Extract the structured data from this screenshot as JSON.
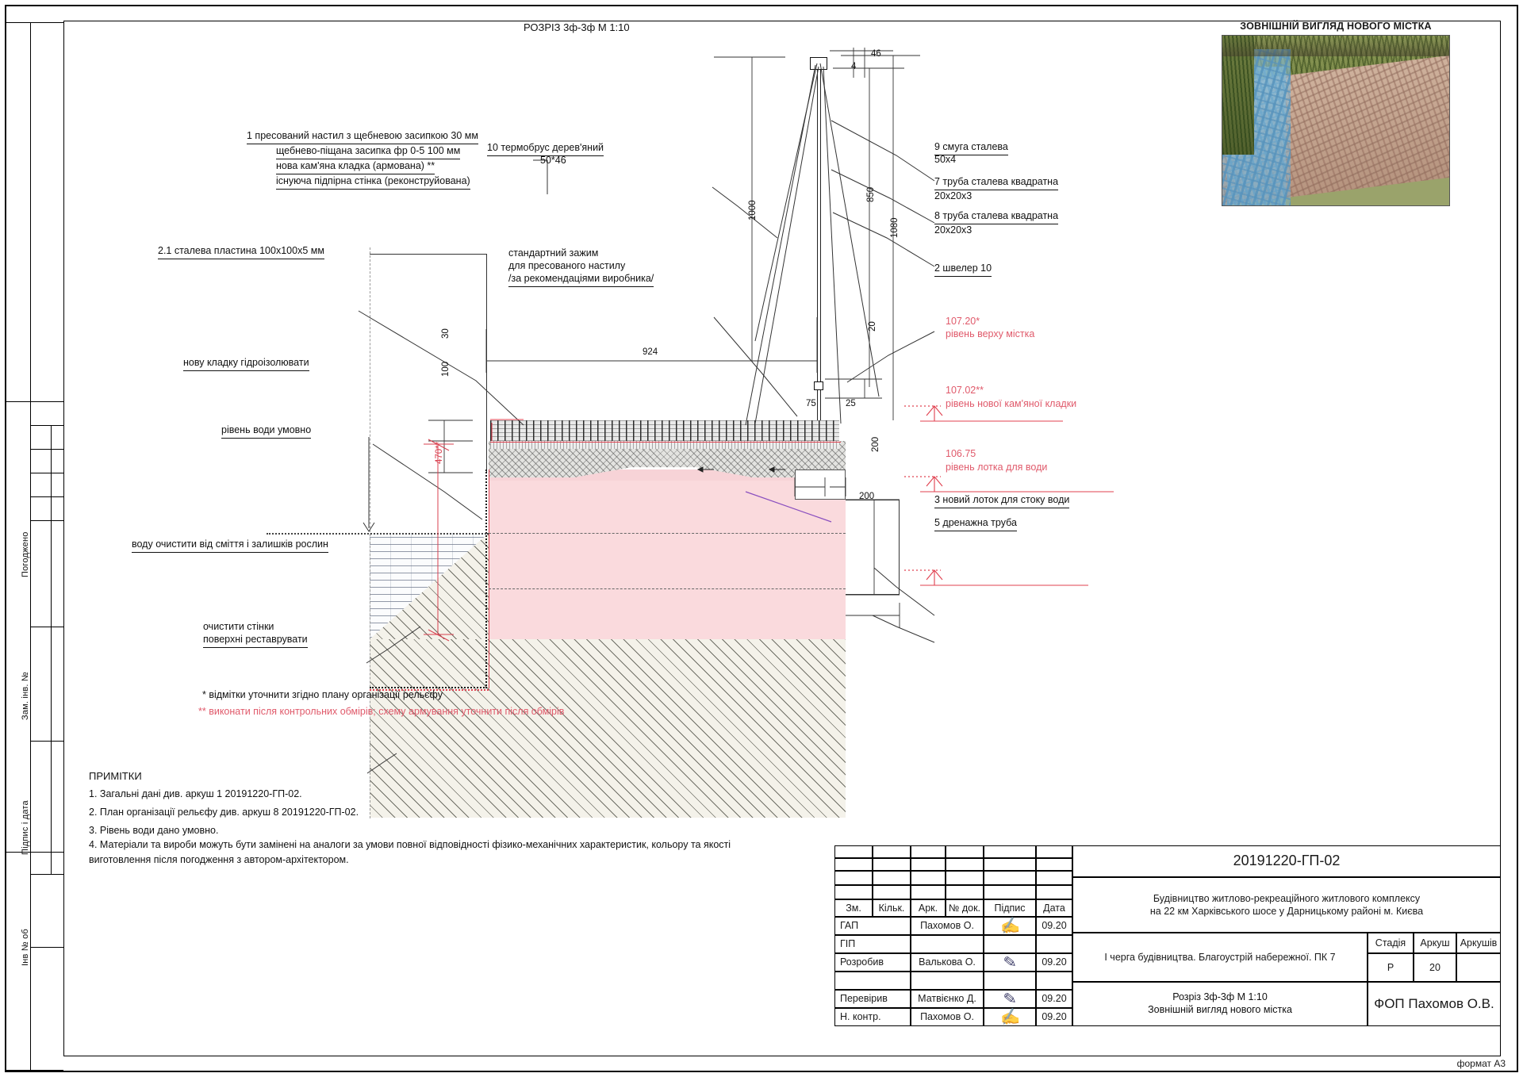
{
  "sheet": {
    "section_title": "РОЗРІЗ 3ф-3ф М 1:10",
    "photo_caption": "ЗОВНІШНІЙ ВИГЛЯД НОВОГО МІСТКА",
    "format_label": "формат А3"
  },
  "left_margin": {
    "labels": [
      "Погоджено",
      "Зам. інв. №",
      "Підпис і дата",
      "Інв № об"
    ]
  },
  "callouts_left_stack": [
    "1 пресований настил з щебневою засипкою 30 мм",
    "щебнево-піщана засипка фр 0-5  100 мм",
    "нова кам'яна кладка (армована) **",
    "існуюча підпірна стінка (реконструйована)"
  ],
  "callouts_left": [
    {
      "text": "2.1 сталева пластина 100х100х5 мм"
    },
    {
      "text": "нову кладку гідроізолювати"
    },
    {
      "text": "рівень води умовно"
    },
    {
      "text": "воду очистити від сміття і залишків рослин"
    }
  ],
  "callout_restore": {
    "line1": "очистити стінки",
    "line2": "поверхні реставрувати"
  },
  "callout_clamp": {
    "line1": "стандартний зажим",
    "line2": "для пресованого настилу",
    "line3": "/за рекомендаціями виробника/"
  },
  "callout_thermo": {
    "line1": "10 термобрус дерев'яний",
    "line2": "50*46"
  },
  "callouts_right": [
    {
      "line1": "9 смуга сталева",
      "line2": "50х4"
    },
    {
      "line1": "7 труба сталева квадратна",
      "line2": "20х20х3"
    },
    {
      "line1": "8 труба сталева квадратна",
      "line2": "20х20х3"
    },
    {
      "line1": "2 швелер 10",
      "line2": ""
    },
    {
      "line1": "3 новий лоток для стоку води",
      "line2": ""
    },
    {
      "line1": "5 дренажна труба",
      "line2": ""
    }
  ],
  "levels": [
    {
      "value": "107.20*",
      "label": "рівень верху містка"
    },
    {
      "value": "107.02**",
      "label": "рівень нової кам'яної кладки"
    },
    {
      "value": "106.75",
      "label": "рівень лотка для води"
    }
  ],
  "dimensions": {
    "d924": "924",
    "d1000": "1000",
    "d850": "850",
    "d1080": "1080",
    "d46": "46",
    "d4": "4",
    "d20": "20",
    "d30": "30",
    "d100": "100",
    "d470": "470**",
    "d75": "75",
    "d25": "25",
    "d200a": "200",
    "d200b": "200"
  },
  "footnotes": [
    {
      "text": "* відмітки уточнити згідно плану організації рельєфу",
      "color": "#111111"
    },
    {
      "text": "** виконати після контрольних обмірів; схему армування уточнити після обмірів",
      "color": "#e0404f"
    }
  ],
  "notes": {
    "title": "ПРИМІТКИ",
    "items": [
      "1. Загальні дані див. аркуш 1 20191220-ГП-02.",
      "2. План організації рельєфу див. аркуш 8 20191220-ГП-02.",
      "3. Рівень води дано умовно.",
      "4. Матеріали та вироби можуть бути замінені на аналоги  за умови повної відповідності фізико-механічних характеристик,  кольору та якості",
      "    виготовлення після погодження з автором-архітектором."
    ]
  },
  "title_block": {
    "doc_code": "20191220-ГП-02",
    "project_line1": "Будівництво житлово-рекреаційного житлового комплексу",
    "project_line2": "на 22 км Харківського шосе у Дарницькому районі м. Києва",
    "stage_title": "І черга будівництва. Благоустрій набережної. ПК 7",
    "drawing_line1": "Розріз 3ф-3ф М 1:10",
    "drawing_line2": "Зовнішній вигляд нового містка",
    "company": "ФОП Пахомов О.В.",
    "rev_headers": [
      "Зм.",
      "Кільк.",
      "Арк.",
      "№ док.",
      "Підпис",
      "Дата"
    ],
    "stage_headers": [
      "Стадія",
      "Аркуш",
      "Аркушів"
    ],
    "stage_values": [
      "Р",
      "20",
      ""
    ],
    "roles": [
      {
        "role": "ГАП",
        "name": "Пахомов О.",
        "date": "09.20"
      },
      {
        "role": "ГІП",
        "name": "",
        "date": ""
      },
      {
        "role": "Розробив",
        "name": "Валькова О.",
        "date": "09.20"
      },
      {
        "role": "",
        "name": "",
        "date": ""
      },
      {
        "role": "Перевірив",
        "name": "Матвієнко Д.",
        "date": "09.20"
      },
      {
        "role": "Н. контр.",
        "name": "Пахомов О.",
        "date": "09.20"
      }
    ]
  },
  "colors": {
    "red": "#e0404f",
    "pink_fill": "#fadadd",
    "earth": "#f4f2ea"
  }
}
